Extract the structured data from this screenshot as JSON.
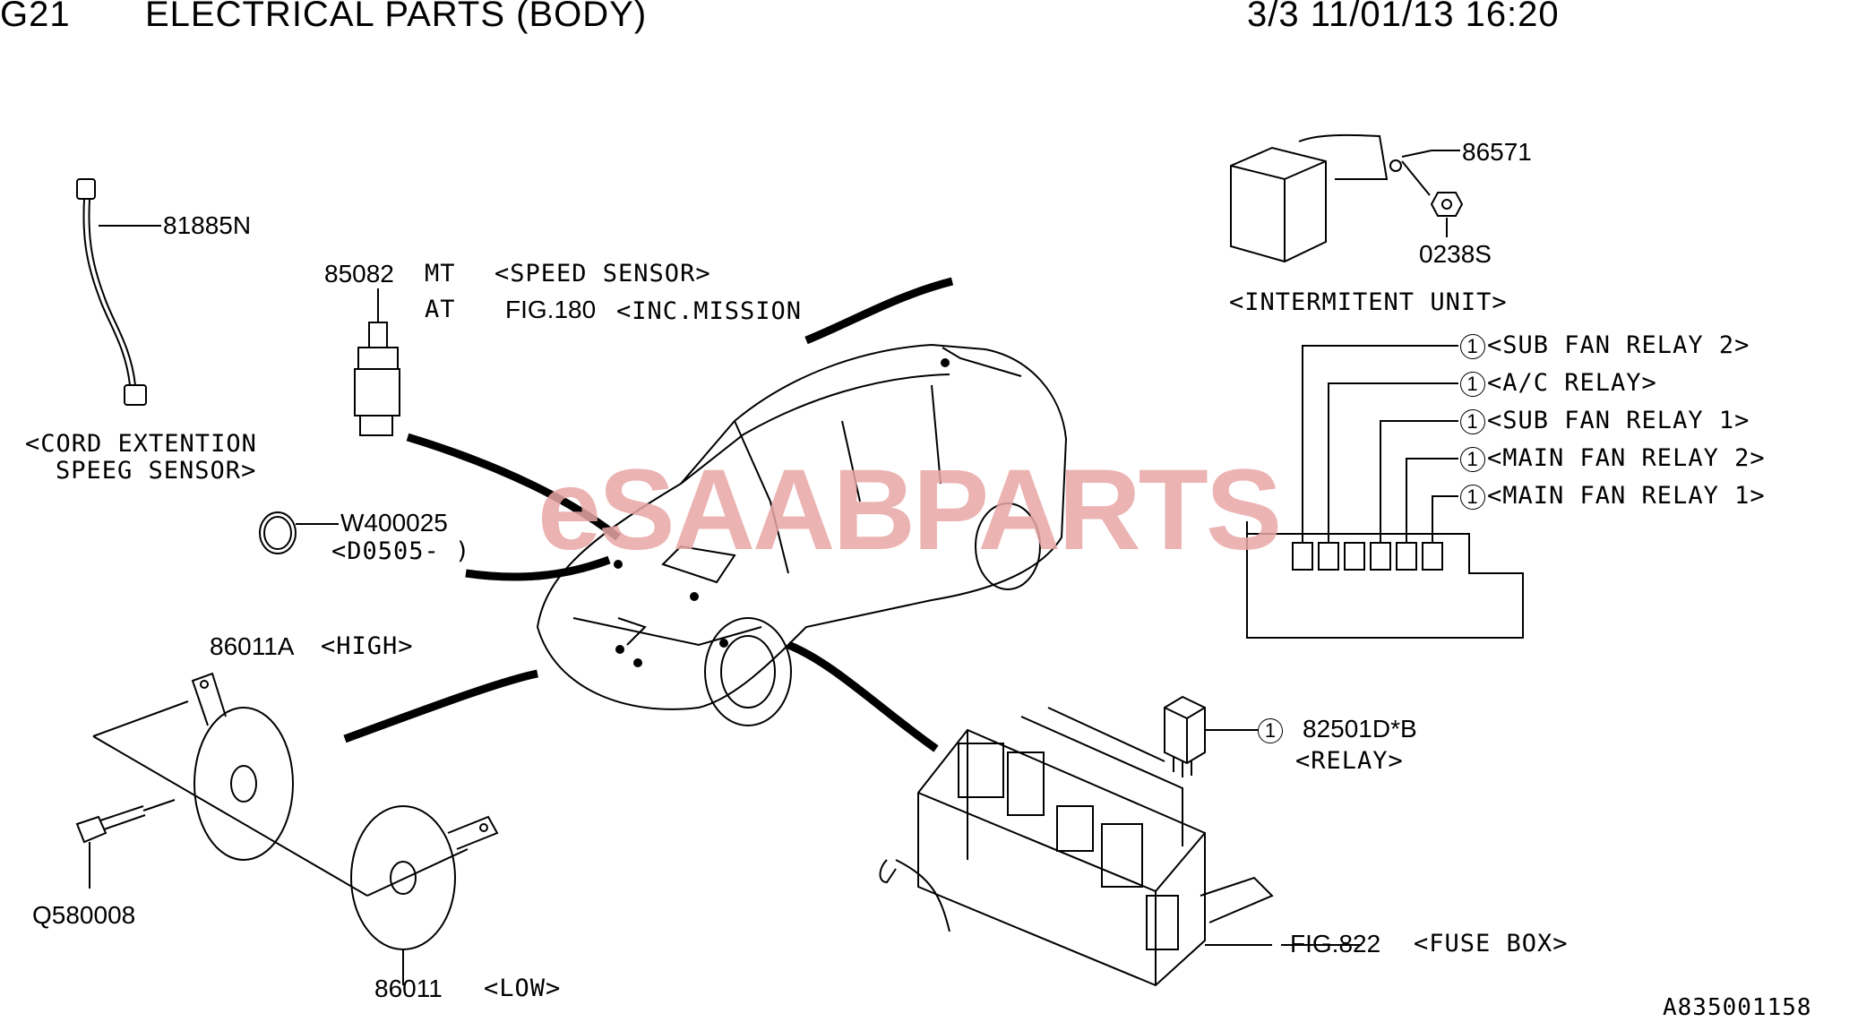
{
  "header": {
    "code": "G21",
    "title": "ELECTRICAL PARTS (BODY)",
    "page_info": "3/3 11/01/13 16:20"
  },
  "watermark": {
    "prefix": "e",
    "brand": "SAAB",
    "suffix": "PARTS",
    "color": "#e9a6a6"
  },
  "parts": {
    "p81885n": "81885N",
    "cord_line1": "<CORD EXTENTION",
    "cord_line2": "SPEEG SENSOR>",
    "p85082": "85082",
    "mt": "MT",
    "speed_sensor": "<SPEED SENSOR>",
    "at": "AT",
    "fig180": "FIG.180",
    "inc_mission": "<INC.MISSION",
    "w400025": "W400025",
    "d0505": "<D0505-  )",
    "p86571": "86571",
    "p0238s": "0238S",
    "intermitent": "<INTERMITENT UNIT>",
    "p86011a": "86011A",
    "high": "<HIGH>",
    "q580008": "Q580008",
    "p86011": "86011",
    "low": "<LOW>",
    "p82501": "82501D*B",
    "relay": "<RELAY>",
    "fig822": "FIG.822",
    "fuse_box": "<FUSE BOX>",
    "circle_num": "1"
  },
  "relays": [
    "<SUB FAN RELAY 2>",
    "<A/C RELAY>",
    "<SUB FAN RELAY 1>",
    "<MAIN FAN RELAY 2>",
    "<MAIN FAN RELAY 1>"
  ],
  "footer": {
    "code": "A835001158"
  }
}
